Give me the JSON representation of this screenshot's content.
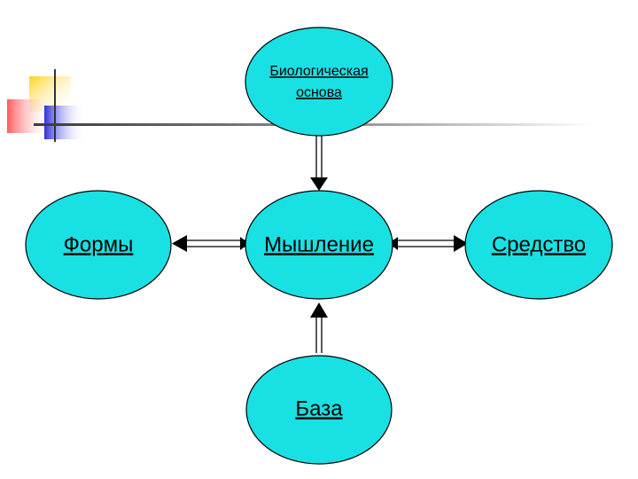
{
  "nodes": {
    "top": {
      "line1": "Биологическая",
      "line2": "основа"
    },
    "center": {
      "label": "Мышление"
    },
    "left": {
      "label": "Формы"
    },
    "right": {
      "label": "Средство"
    },
    "bottom": {
      "label": "База"
    }
  },
  "colors": {
    "node_fill": "#19e0e3",
    "deco_yellow": "#ffd21f",
    "deco_red": "#ff5a5a",
    "deco_blue": "#3030e0"
  }
}
